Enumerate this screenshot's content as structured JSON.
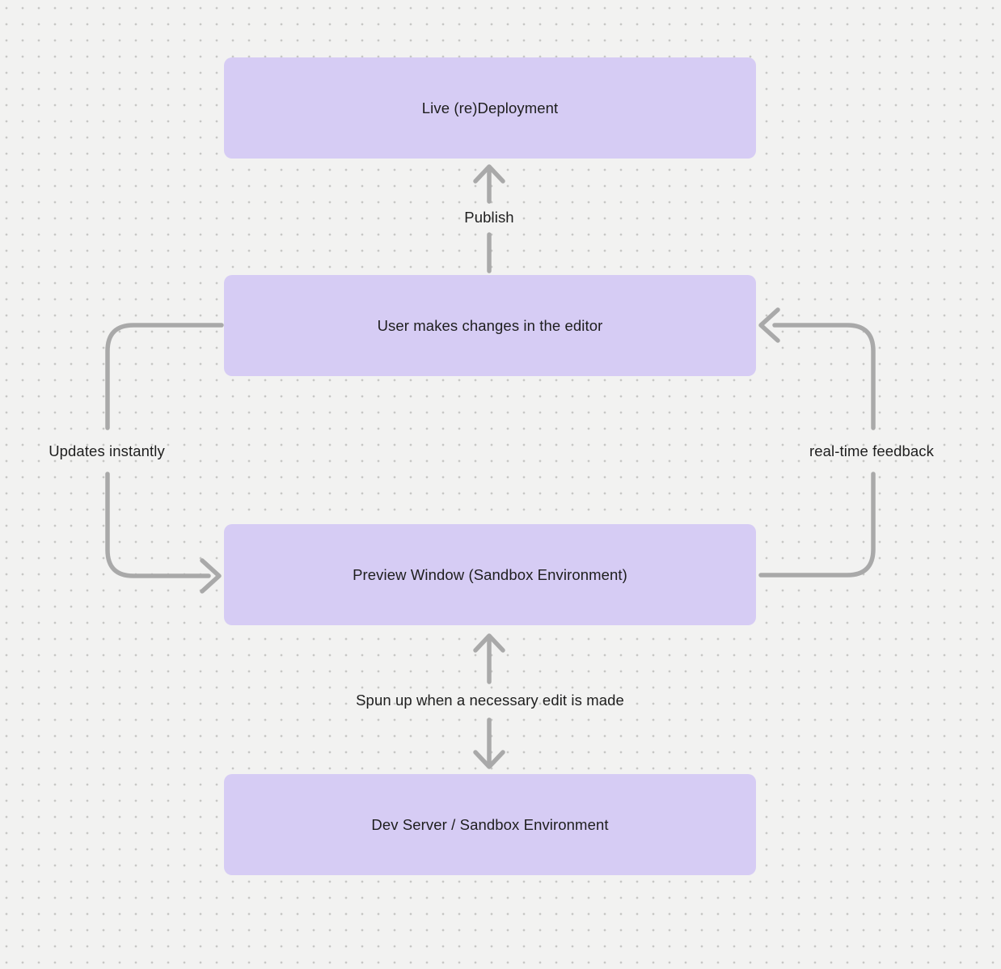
{
  "diagram": {
    "nodes": [
      {
        "id": "live-deployment",
        "label": "Live (re)Deployment"
      },
      {
        "id": "editor",
        "label": "User makes changes in the editor"
      },
      {
        "id": "preview",
        "label": "Preview Window (Sandbox Environment)"
      },
      {
        "id": "dev-server",
        "label": "Dev Server / Sandbox Environment"
      }
    ],
    "edges": [
      {
        "from": "editor",
        "to": "live-deployment",
        "label": "Publish",
        "direction": "up"
      },
      {
        "from": "editor",
        "to": "preview",
        "label": "Updates instantly",
        "direction": "left-loop-down"
      },
      {
        "from": "preview",
        "to": "editor",
        "label": "real-time feedback",
        "direction": "right-loop-up"
      },
      {
        "from": "preview",
        "to": "dev-server",
        "label": "Spun up when a necessary edit is made",
        "direction": "bidirectional"
      }
    ]
  },
  "colors": {
    "canvas_bg": "#f2f2f1",
    "dot": "#c7c7c5",
    "node_fill": "#d6ccf4",
    "arrow": "#a9a9a9",
    "text": "#1e1e1e"
  }
}
